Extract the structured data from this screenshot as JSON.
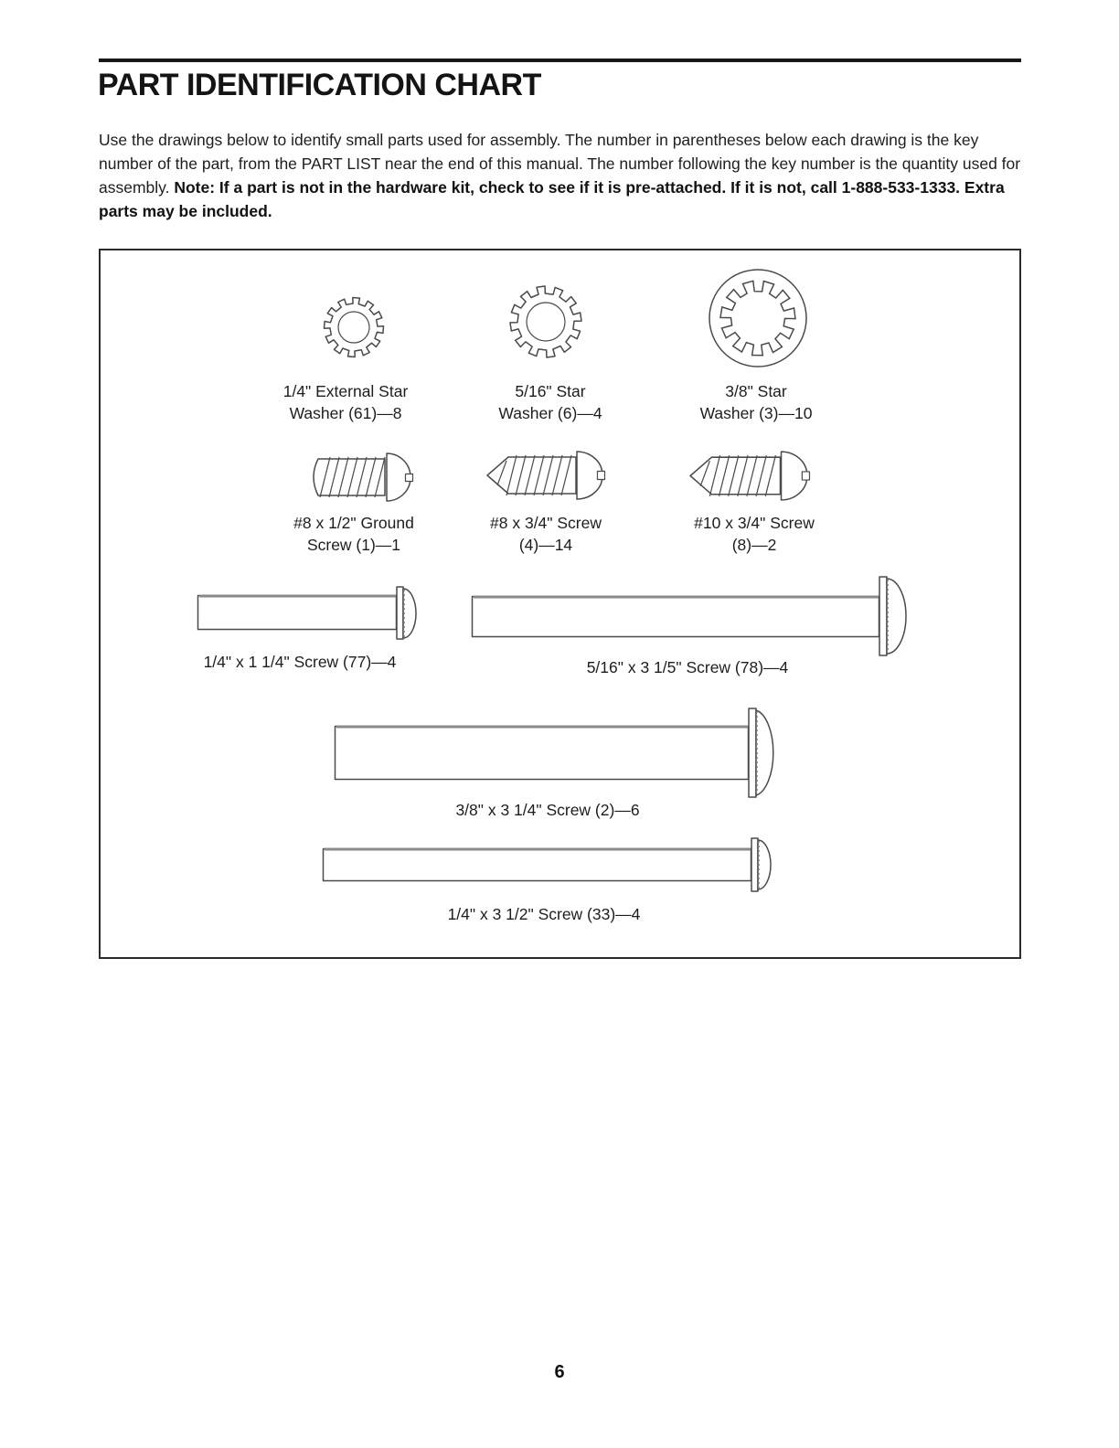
{
  "page": {
    "title": "PART IDENTIFICATION CHART",
    "intro_normal": "Use the drawings below to identify small parts used for assembly. The number in parentheses below each drawing is the key number of the part, from the PART LIST near the end of this manual. The number following the key number is the quantity used for assembly. ",
    "intro_bold": "Note: If a part is not in the hardware kit, check to see if it is pre-attached. If it is not, call 1-888-533-1333. Extra parts may be included.",
    "page_number": "6"
  },
  "parts": {
    "washers": [
      {
        "name_line1": "1/4\" External Star",
        "name_line2": "Washer (61)—8"
      },
      {
        "name_line1": "5/16\" Star",
        "name_line2": "Washer (6)—4"
      },
      {
        "name_line1": "3/8\" Star",
        "name_line2": "Washer (3)—10"
      }
    ],
    "small_screws": [
      {
        "name_line1": "#8 x 1/2\" Ground",
        "name_line2": "Screw (1)—1"
      },
      {
        "name_line1": "#8 x 3/4\" Screw",
        "name_line2": "(4)—14"
      },
      {
        "name_line1": "#10 x 3/4\" Screw",
        "name_line2": "(8)—2"
      }
    ],
    "bolts": [
      {
        "label": "1/4\" x 1 1/4\" Screw (77)—4"
      },
      {
        "label": "5/16\" x 3 1/5\" Screw (78)—4"
      },
      {
        "label": "3/8\" x 3 1/4\" Screw (2)—6"
      },
      {
        "label": "1/4\" x 3 1/2\" Screw (33)—4"
      }
    ]
  }
}
